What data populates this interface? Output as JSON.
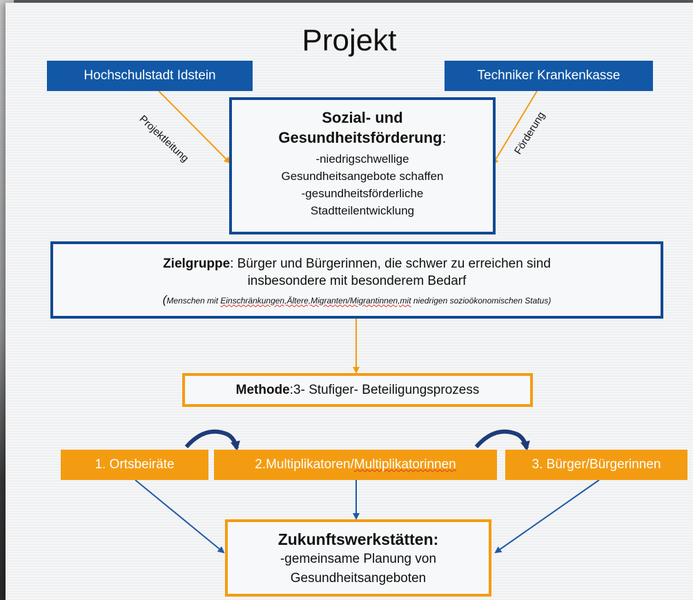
{
  "title": "Projekt",
  "lead_box": "Hochschulstadt Idstein",
  "funder_box": "Techniker Krankenkasse",
  "arrow_left_label": "Projektleitung",
  "arrow_right_label": "Förderung",
  "focus": {
    "heading_line1": "Sozial- und",
    "heading_line2": "Gesundheitsförderung",
    "heading_colon": ":",
    "lines": [
      "-niedrigschwellige",
      "Gesundheitsangebote schaffen",
      "-gesundheitsförderliche",
      "Stadtteilentwicklung"
    ]
  },
  "target": {
    "label": "Zielgruppe",
    "text_line1": ": Bürger und Bürgerinnen, die schwer zu erreichen sind",
    "text_line2": "insbesondere mit besonderem Bedarf",
    "note_open": "(",
    "note_pre": "Menschen mit ",
    "note_u1": "Einschränkungen,Ältere,Migranten/Migrantinnen,mit",
    "note_post": " niedrigen sozioökonomischen Status)"
  },
  "method": {
    "label": "Methode",
    "text": ":3- Stufiger- Beteiligungsprozess"
  },
  "steps": {
    "step1": "1. Ortsbeiräte",
    "step2_pre": "2.Multiplikatoren/",
    "step2_u": "Multiplikatorinnen",
    "step3": "3. Bürger/Bürgerinnen"
  },
  "workshop": {
    "heading": "Zukunftswerkstätten:",
    "line1": "-gemeinsame Planung von",
    "line2": "Gesundheitsangeboten"
  },
  "colors": {
    "blue": "#1258a6",
    "dark_blue": "#114a94",
    "orange": "#f39c12"
  }
}
